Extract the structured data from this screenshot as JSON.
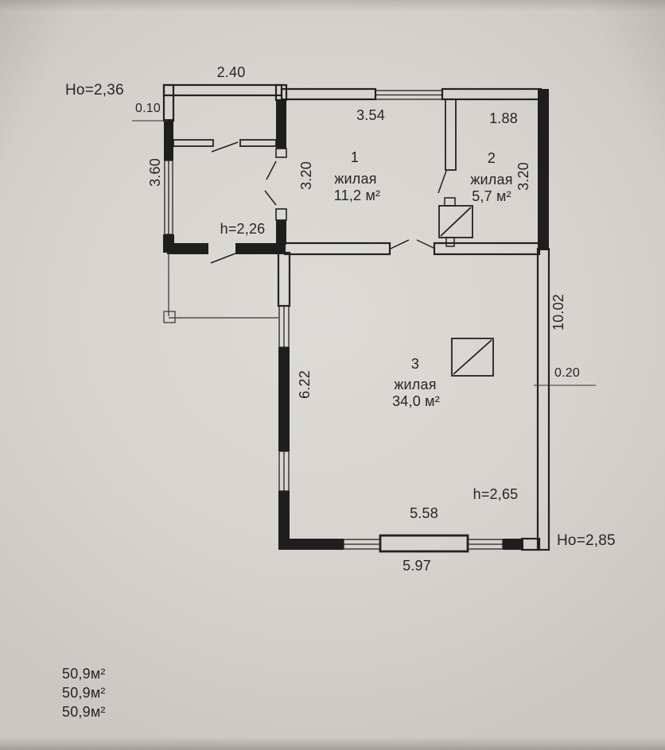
{
  "document": {
    "kind": "floor-plan",
    "language": "ru"
  },
  "heights": {
    "porch_outer": "Но=2,36",
    "hall_inner": "h=2,26",
    "room3_inner": "h=2,65",
    "house_outer": "Но=2,85"
  },
  "dimensions": {
    "porch_width_top": "2.40",
    "porch_wall_thickness": "0.10",
    "porch_left_side": "3.60",
    "room1_width": "3.54",
    "room1_depth": "3.20",
    "room2_width": "1.88",
    "room2_depth": "3.20",
    "room3_left_side": "6.22",
    "room3_right_side": "10.02",
    "room3_wall_thickness": "0.20",
    "room3_width_inner": "5.58",
    "room3_width_outer": "5.97"
  },
  "rooms": [
    {
      "number": "1",
      "type": "жилая",
      "area": "11,2 м²"
    },
    {
      "number": "2",
      "type": "жилая",
      "area": "5,7 м²"
    },
    {
      "number": "3",
      "type": "жилая",
      "area": "34,0 м²"
    }
  ],
  "total_areas": [
    "50,9м²",
    "50,9м²",
    "50,9м²"
  ],
  "colors": {
    "ink": "#222222",
    "paper": "#d7d4cf"
  }
}
